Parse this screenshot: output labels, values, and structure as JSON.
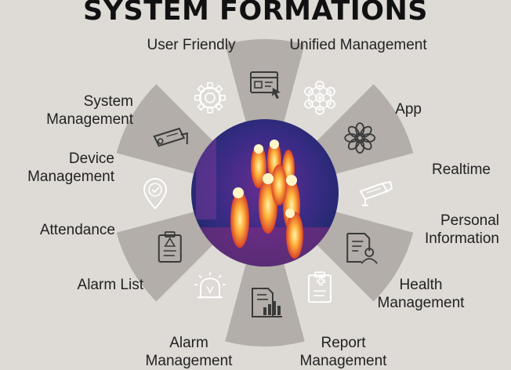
{
  "title": "SYSTEM FORMATIONS",
  "colors": {
    "background": "#dedad6",
    "wedge_dark": "#b3aea9",
    "icon_light": "#ffffff",
    "icon_dark": "#3a3a3a",
    "thermal_center": "#5c2a86"
  },
  "segments": [
    {
      "id": "user-friendly",
      "label": "User Friendly",
      "icon": "browser-window-cursor-icon"
    },
    {
      "id": "unified-management",
      "label": "Unified Management",
      "icon": "network-nodes-icon"
    },
    {
      "id": "app",
      "label": "App",
      "icon": "flower-icon"
    },
    {
      "id": "realtime",
      "label": "Realtime",
      "icon": "cctv-camera-icon"
    },
    {
      "id": "personal-information",
      "label": "Personal\nInformation",
      "icon": "person-document-icon"
    },
    {
      "id": "health-management",
      "label": "Health\nManagement",
      "icon": "medical-clipboard-icon"
    },
    {
      "id": "report-management",
      "label": "Report\nManagement",
      "icon": "report-chart-icon"
    },
    {
      "id": "alarm-management",
      "label": "Alarm\nManagement",
      "icon": "alarm-beacon-icon"
    },
    {
      "id": "alarm-list",
      "label": "Alarm List",
      "icon": "alarm-clipboard-icon"
    },
    {
      "id": "attendance",
      "label": "Attendance",
      "icon": "location-check-icon"
    },
    {
      "id": "device-management",
      "label": "Device\nManagement",
      "icon": "security-camera-icon"
    },
    {
      "id": "system-management",
      "label": "System\nManagement",
      "icon": "gear-icon"
    }
  ]
}
